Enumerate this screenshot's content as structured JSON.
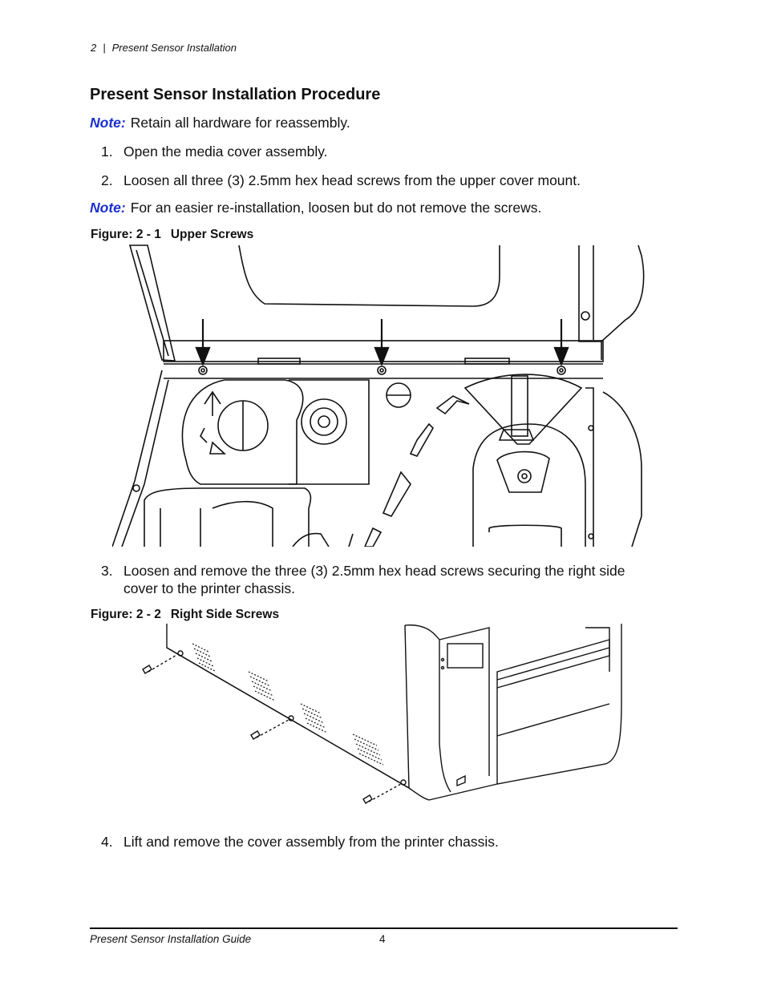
{
  "header": {
    "page_num": "2",
    "separator": "|",
    "section": "Present Sensor Installation"
  },
  "heading": "Present Sensor Installation Procedure",
  "notes": [
    {
      "label": "Note:",
      "text": "Retain all hardware for reassembly."
    },
    {
      "label": "Note:",
      "text": "For an easier re-installation, loosen but do not remove the screws."
    }
  ],
  "steps": [
    {
      "num": "1.",
      "text": "Open the media cover assembly."
    },
    {
      "num": "2.",
      "text": "Loosen all three (3) 2.5mm hex head screws from the upper cover mount."
    },
    {
      "num": "3.",
      "text": "Loosen and remove the three (3) 2.5mm hex head screws securing the right side cover to the printer chassis."
    },
    {
      "num": "4.",
      "text": "Lift and remove the cover assembly from the printer chassis."
    }
  ],
  "figures": [
    {
      "label": "Figure: 2 - 1",
      "title": "Upper Screws"
    },
    {
      "label": "Figure: 2 - 2",
      "title": "Right Side Screws"
    }
  ],
  "footer": {
    "guide_title": "Present Sensor Installation Guide",
    "page": "4"
  },
  "colors": {
    "note_label": "#1a2fd0",
    "text": "#111111"
  }
}
